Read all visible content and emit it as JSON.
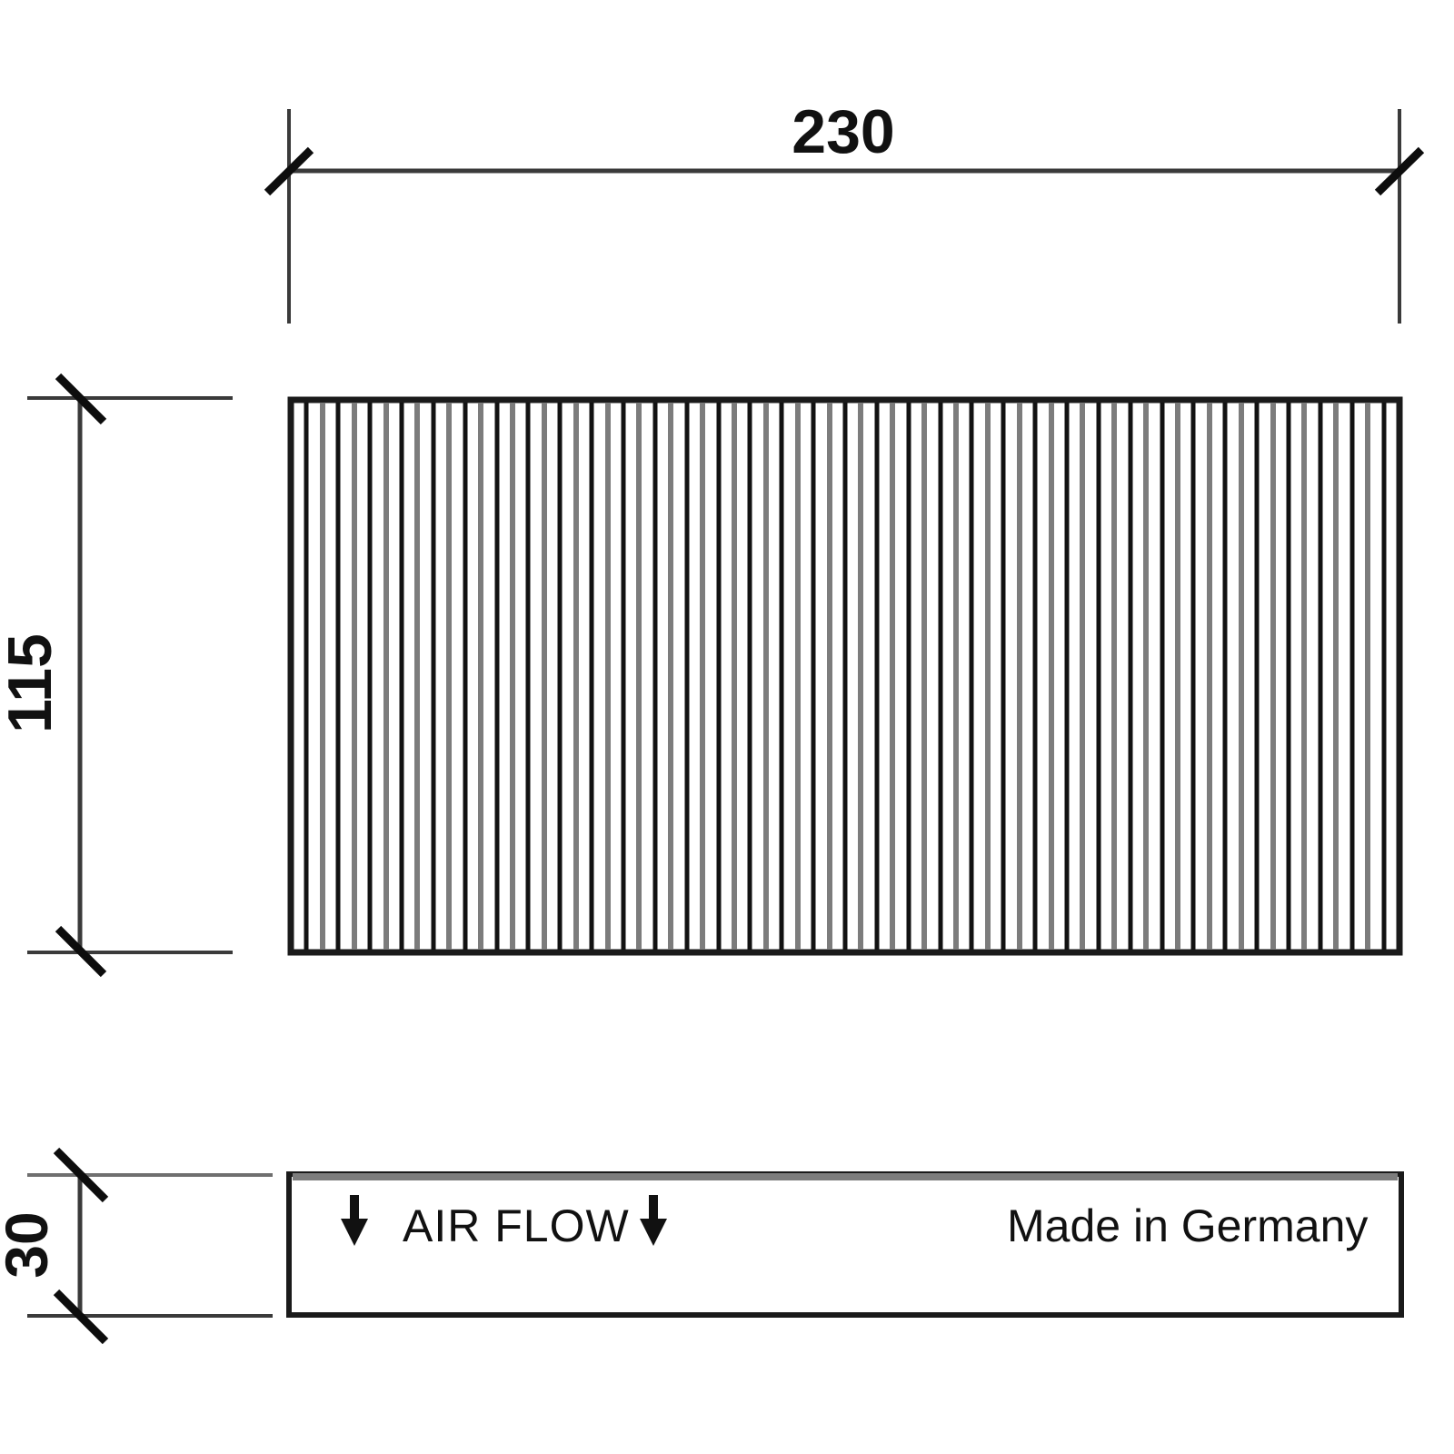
{
  "drawing": {
    "title": "Cabin air filter dimensional drawing",
    "units_note": "",
    "dimensions": {
      "width": {
        "value": "230",
        "name": "width-dimension",
        "orientation": "horizontal"
      },
      "height": {
        "value": "115",
        "name": "height-dimension",
        "orientation": "vertical-rotated"
      },
      "depth": {
        "value": "30",
        "name": "depth-dimension",
        "orientation": "vertical-rotated"
      }
    },
    "filter_body": {
      "name": "pleated-filter-body",
      "pleat_count": 69,
      "colors": {
        "outline": "#1a1a1a",
        "pleat_dark": "#121212",
        "pleat_gray": "#7c7c7c",
        "fill": "#ffffff"
      }
    },
    "side_panel": {
      "name": "filter-side-view-panel",
      "air_flow_label": "AIR FLOW",
      "air_flow_arrow_left": "down-arrow",
      "air_flow_arrow_right": "down-arrow",
      "origin_label": "Made in Germany",
      "colors": {
        "outline": "#1a1a1a",
        "top_edge": "#7d7d7d",
        "fill": "#ffffff"
      }
    },
    "line_colors": {
      "dimension_line": "#3a3a3a",
      "extension_line": "#6f6f6f",
      "tick_mark": "#0d0d0d"
    }
  }
}
